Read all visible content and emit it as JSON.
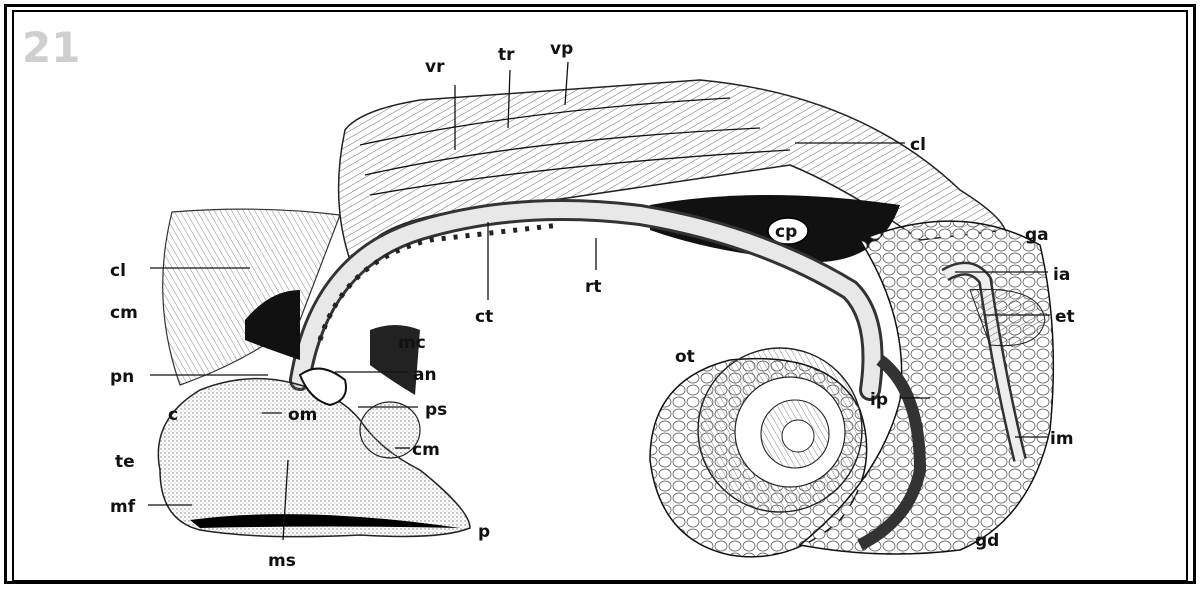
{
  "figure": {
    "corner_mark": "21",
    "labels": {
      "vr": "vr",
      "tr": "tr",
      "vp": "vp",
      "cl_top": "cl",
      "cp": "cp",
      "ga": "ga",
      "ia": "ia",
      "et": "et",
      "cl_left": "cl",
      "cm_left": "cm",
      "ct": "ct",
      "rt": "rt",
      "mc": "mc",
      "pn": "pn",
      "an": "an",
      "ot": "ot",
      "ps": "ps",
      "ip": "ip",
      "c": "c",
      "om": "om",
      "cm_bottom": "cm",
      "te": "te",
      "im": "im",
      "mf": "mf",
      "p": "p",
      "gd": "gd",
      "ms": "ms"
    }
  }
}
